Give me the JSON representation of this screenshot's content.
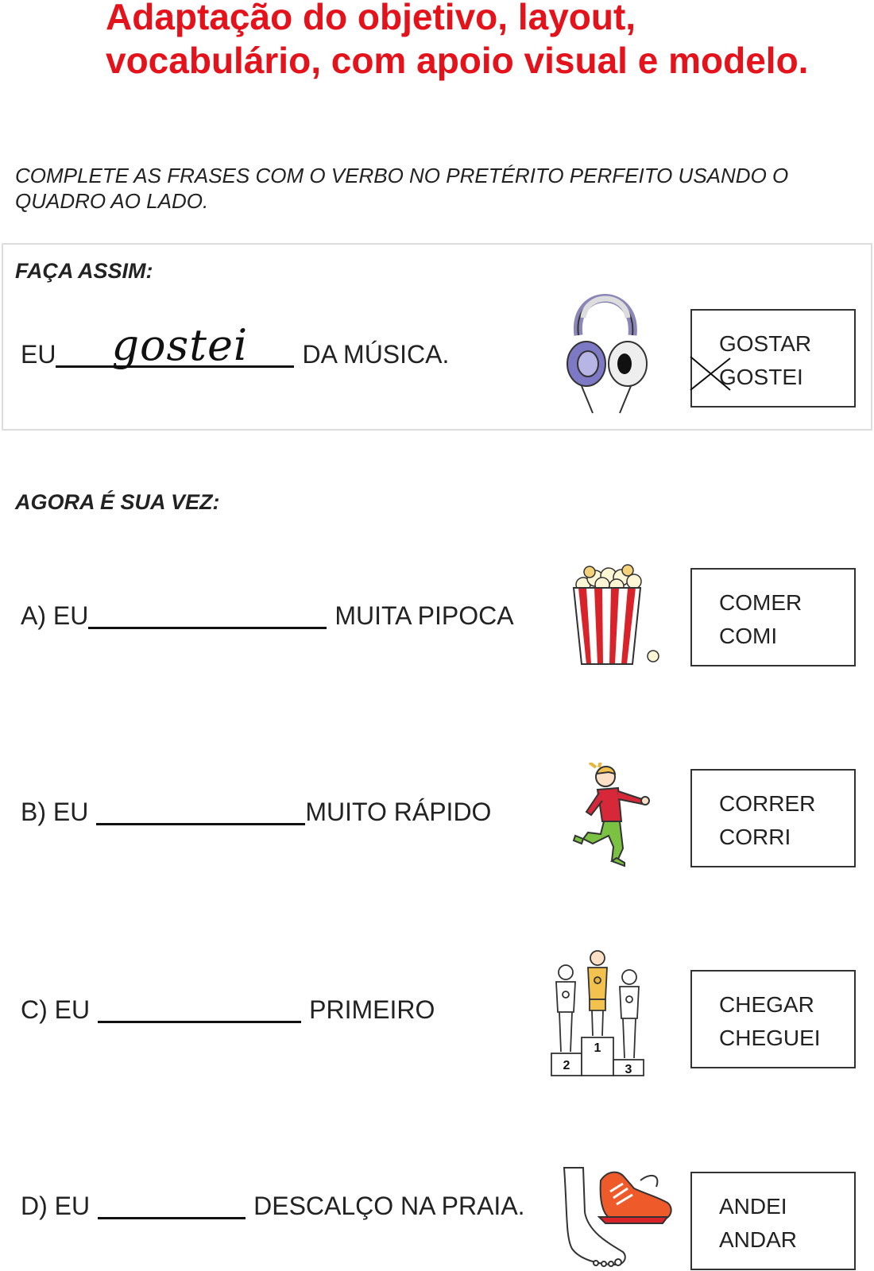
{
  "title": "Adaptação do objetivo, layout, vocabulário, com apoio visual e modelo.",
  "instruction": "COMPLETE AS FRASES COM O VERBO NO PRETÉRITO PERFEITO USANDO O QUADRO AO LADO.",
  "example": {
    "heading": "FAÇA ASSIM:",
    "prefix": "EU",
    "answer": "gostei",
    "suffix": "DA MÚSICA.",
    "picture": "headphones-icon",
    "words": [
      "GOSTAR",
      "GOSTEI"
    ]
  },
  "practice_heading": "AGORA É SUA VEZ:",
  "items": [
    {
      "prefix": "A) EU",
      "suffix": "MUITA PIPOCA",
      "picture": "popcorn-icon",
      "words": [
        "COMER",
        "COMI"
      ]
    },
    {
      "prefix": "B) EU",
      "suffix": "MUITO RÁPIDO",
      "picture": "running-girl-icon",
      "words": [
        "CORRER",
        "CORRI"
      ]
    },
    {
      "prefix": "C) EU",
      "suffix": "PRIMEIRO",
      "picture": "podium-icon",
      "podium_places": [
        "2",
        "1",
        "3"
      ],
      "words": [
        "CHEGAR",
        "CHEGUEI"
      ]
    },
    {
      "prefix": "D) EU",
      "suffix": "DESCALÇO NA PRAIA.",
      "picture": "foot-and-sneaker-icon",
      "words": [
        "ANDEI",
        "ANDAR"
      ]
    }
  ],
  "colors": {
    "title": "#e3121b",
    "text": "#222222",
    "popcorn_stripe": "#d8232a",
    "shirt": "#d62839",
    "pants": "#7cc242",
    "sneaker": "#ef5a2a"
  }
}
